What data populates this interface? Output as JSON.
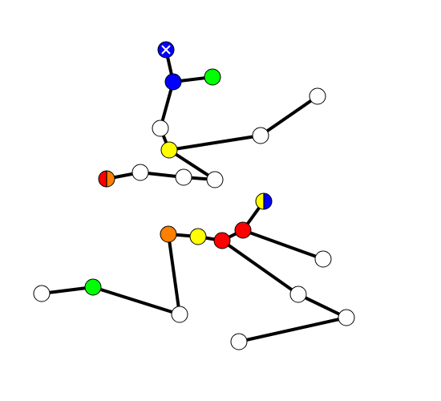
{
  "colors": {
    "background": "#ffffff",
    "edge": "#000000",
    "outline": "#000000",
    "white": "#ffffff",
    "blue": "#0000ff",
    "green": "#00ff00",
    "yellow": "#ffff00",
    "red": "#ff0000",
    "orange": "#ff7f00",
    "cross": "#ffffff"
  },
  "graph": {
    "nodes": [
      {
        "id": "n1",
        "fill": [
          "blue"
        ],
        "marker": "cross"
      },
      {
        "id": "n2",
        "fill": [
          "blue"
        ]
      },
      {
        "id": "n3",
        "fill": [
          "green"
        ]
      },
      {
        "id": "n4",
        "fill": [
          "white"
        ]
      },
      {
        "id": "n5",
        "fill": [
          "yellow"
        ]
      },
      {
        "id": "n6",
        "fill": [
          "white"
        ]
      },
      {
        "id": "n7",
        "fill": [
          "white"
        ]
      },
      {
        "id": "n8",
        "fill": [
          "white"
        ]
      },
      {
        "id": "n9",
        "fill": [
          "white"
        ]
      },
      {
        "id": "n10",
        "fill": [
          "white"
        ]
      },
      {
        "id": "n11",
        "fill": [
          "red",
          "orange"
        ]
      },
      {
        "id": "n12",
        "fill": [
          "yellow",
          "blue"
        ]
      },
      {
        "id": "n13",
        "fill": [
          "red"
        ]
      },
      {
        "id": "n14",
        "fill": [
          "red"
        ]
      },
      {
        "id": "n15",
        "fill": [
          "yellow"
        ]
      },
      {
        "id": "n16",
        "fill": [
          "orange"
        ]
      },
      {
        "id": "n17",
        "fill": [
          "white"
        ]
      },
      {
        "id": "n18",
        "fill": [
          "white"
        ]
      },
      {
        "id": "n19",
        "fill": [
          "white"
        ]
      },
      {
        "id": "n20",
        "fill": [
          "white"
        ]
      },
      {
        "id": "n21",
        "fill": [
          "green"
        ]
      },
      {
        "id": "n22",
        "fill": [
          "white"
        ]
      },
      {
        "id": "n23",
        "fill": [
          "white"
        ]
      }
    ],
    "edges": [
      [
        "n1",
        "n2"
      ],
      [
        "n2",
        "n3"
      ],
      [
        "n2",
        "n4"
      ],
      [
        "n4",
        "n5"
      ],
      [
        "n5",
        "n6"
      ],
      [
        "n6",
        "n7"
      ],
      [
        "n5",
        "n8"
      ],
      [
        "n8",
        "n9"
      ],
      [
        "n9",
        "n10"
      ],
      [
        "n10",
        "n11"
      ],
      [
        "n12",
        "n13"
      ],
      [
        "n13",
        "n14"
      ],
      [
        "n13",
        "n17"
      ],
      [
        "n14",
        "n15"
      ],
      [
        "n15",
        "n16"
      ],
      [
        "n14",
        "n18"
      ],
      [
        "n18",
        "n19"
      ],
      [
        "n19",
        "n20"
      ],
      [
        "n16",
        "n22"
      ],
      [
        "n22",
        "n21"
      ],
      [
        "n21",
        "n23"
      ]
    ]
  }
}
